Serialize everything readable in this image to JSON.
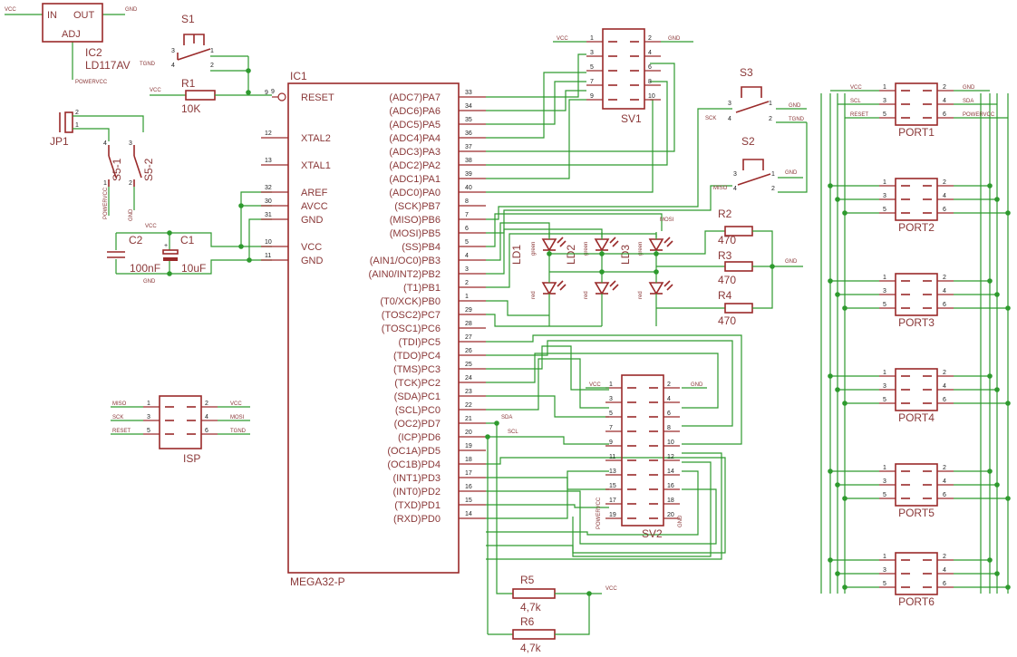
{
  "ic2": {
    "name": "IC2",
    "value": "LD117AV",
    "pin_in": "IN",
    "pin_out": "OUT",
    "pin_adj": "ADJ",
    "vcc": "VCC",
    "gnd": "GND",
    "powervcc": "POWERVCC"
  },
  "s1": {
    "name": "S1",
    "tgnd": "TGND"
  },
  "r1": {
    "name": "R1",
    "value": "10K",
    "vcc": "VCC"
  },
  "jp1": {
    "name": "JP1"
  },
  "s5": {
    "a": "S5-1",
    "b": "S5-2",
    "powervcc": "POWERVCC",
    "gnd": "GND"
  },
  "caps": {
    "c1": "C1",
    "c1v": "10uF",
    "c2": "C2",
    "c2v": "100nF",
    "vcc": "VCC",
    "gnd": "GND"
  },
  "ic1": {
    "name": "IC1",
    "part": "MEGA32-P",
    "left_pins": [
      {
        "num": "9",
        "label": "RESET"
      },
      {
        "num": "12",
        "label": "XTAL2"
      },
      {
        "num": "13",
        "label": "XTAL1"
      },
      {
        "num": "32",
        "label": "AREF"
      },
      {
        "num": "30",
        "label": "AVCC"
      },
      {
        "num": "31",
        "label": "GND"
      },
      {
        "num": "10",
        "label": "VCC"
      },
      {
        "num": "11",
        "label": "GND"
      }
    ],
    "right_pins": [
      {
        "num": "33",
        "label": "(ADC7)PA7"
      },
      {
        "num": "34",
        "label": "(ADC6)PA6"
      },
      {
        "num": "35",
        "label": "(ADC5)PA5"
      },
      {
        "num": "36",
        "label": "(ADC4)PA4"
      },
      {
        "num": "37",
        "label": "(ADC3)PA3"
      },
      {
        "num": "38",
        "label": "(ADC2)PA2"
      },
      {
        "num": "39",
        "label": "(ADC1)PA1"
      },
      {
        "num": "40",
        "label": "(ADC0)PA0"
      },
      {
        "num": "8",
        "label": "(SCK)PB7"
      },
      {
        "num": "7",
        "label": "(MISO)PB6"
      },
      {
        "num": "6",
        "label": "(MOSI)PB5"
      },
      {
        "num": "5",
        "label": "(SS)PB4"
      },
      {
        "num": "4",
        "label": "(AIN1/OC0)PB3"
      },
      {
        "num": "3",
        "label": "(AIN0/INT2)PB2"
      },
      {
        "num": "2",
        "label": "(T1)PB1"
      },
      {
        "num": "1",
        "label": "(T0/XCK)PB0"
      },
      {
        "num": "29",
        "label": "(TOSC2)PC7"
      },
      {
        "num": "28",
        "label": "(TOSC1)PC6"
      },
      {
        "num": "27",
        "label": "(TDI)PC5"
      },
      {
        "num": "26",
        "label": "(TDO)PC4"
      },
      {
        "num": "25",
        "label": "(TMS)PC3"
      },
      {
        "num": "24",
        "label": "(TCK)PC2"
      },
      {
        "num": "23",
        "label": "(SDA)PC1"
      },
      {
        "num": "22",
        "label": "(SCL)PC0"
      },
      {
        "num": "21",
        "label": "(OC2)PD7"
      },
      {
        "num": "20",
        "label": "(ICP)PD6"
      },
      {
        "num": "19",
        "label": "(OC1A)PD5"
      },
      {
        "num": "18",
        "label": "(OC1B)PD4"
      },
      {
        "num": "17",
        "label": "(INT1)PD3"
      },
      {
        "num": "16",
        "label": "(INT0)PD2"
      },
      {
        "num": "15",
        "label": "(TXD)PD1"
      },
      {
        "num": "14",
        "label": "(RXD)PD0"
      }
    ]
  },
  "sv1": {
    "name": "SV1",
    "left": [
      "1",
      "3",
      "5",
      "7",
      "9"
    ],
    "right": [
      "2",
      "4",
      "6",
      "8",
      "10"
    ],
    "vcc": "VCC",
    "gnd": "GND"
  },
  "sv2": {
    "name": "SV2",
    "left": [
      "1",
      "3",
      "5",
      "7",
      "9",
      "11",
      "13",
      "15",
      "17",
      "19"
    ],
    "right": [
      "2",
      "4",
      "6",
      "8",
      "10",
      "12",
      "14",
      "16",
      "18",
      "20"
    ],
    "vcc": "VCC",
    "gnd": "GND",
    "powervcc": "POWERVCC",
    "gnd2": "GND"
  },
  "s3": {
    "name": "S3",
    "sck": "SCK",
    "gnd": "GND",
    "tgnd": "TGND"
  },
  "s2": {
    "name": "S2",
    "miso": "MISO",
    "gnd": "GND"
  },
  "leds": {
    "ld1": "LD1",
    "ld2": "LD2",
    "ld3": "LD3",
    "green": "green",
    "red": "red",
    "mosi": "MOSI"
  },
  "resistors_led": {
    "r2": "R2",
    "r3": "R3",
    "r4": "R4",
    "value": "470",
    "gnd": "GND"
  },
  "isp": {
    "name": "ISP",
    "left_labels": [
      "MISO",
      "SCK",
      "RESET"
    ],
    "left_nums": [
      "1",
      "3",
      "5"
    ],
    "right_nums": [
      "2",
      "4",
      "6"
    ],
    "right_labels": [
      "VCC",
      "MOSI",
      "TGND"
    ]
  },
  "pullups": {
    "r5": "R5",
    "r6": "R6",
    "value": "4,7k",
    "vcc": "VCC",
    "sda": "SDA",
    "scl": "SCL"
  },
  "ports": {
    "names": [
      "PORT1",
      "PORT2",
      "PORT3",
      "PORT4",
      "PORT5",
      "PORT6"
    ],
    "left_nums": [
      "1",
      "3",
      "5"
    ],
    "right_nums": [
      "2",
      "4",
      "6"
    ],
    "port1_left_labels": [
      "VCC",
      "SCL",
      "RESET"
    ],
    "port1_right_labels": [
      "GND",
      "SDA",
      "POWERVCC"
    ]
  }
}
